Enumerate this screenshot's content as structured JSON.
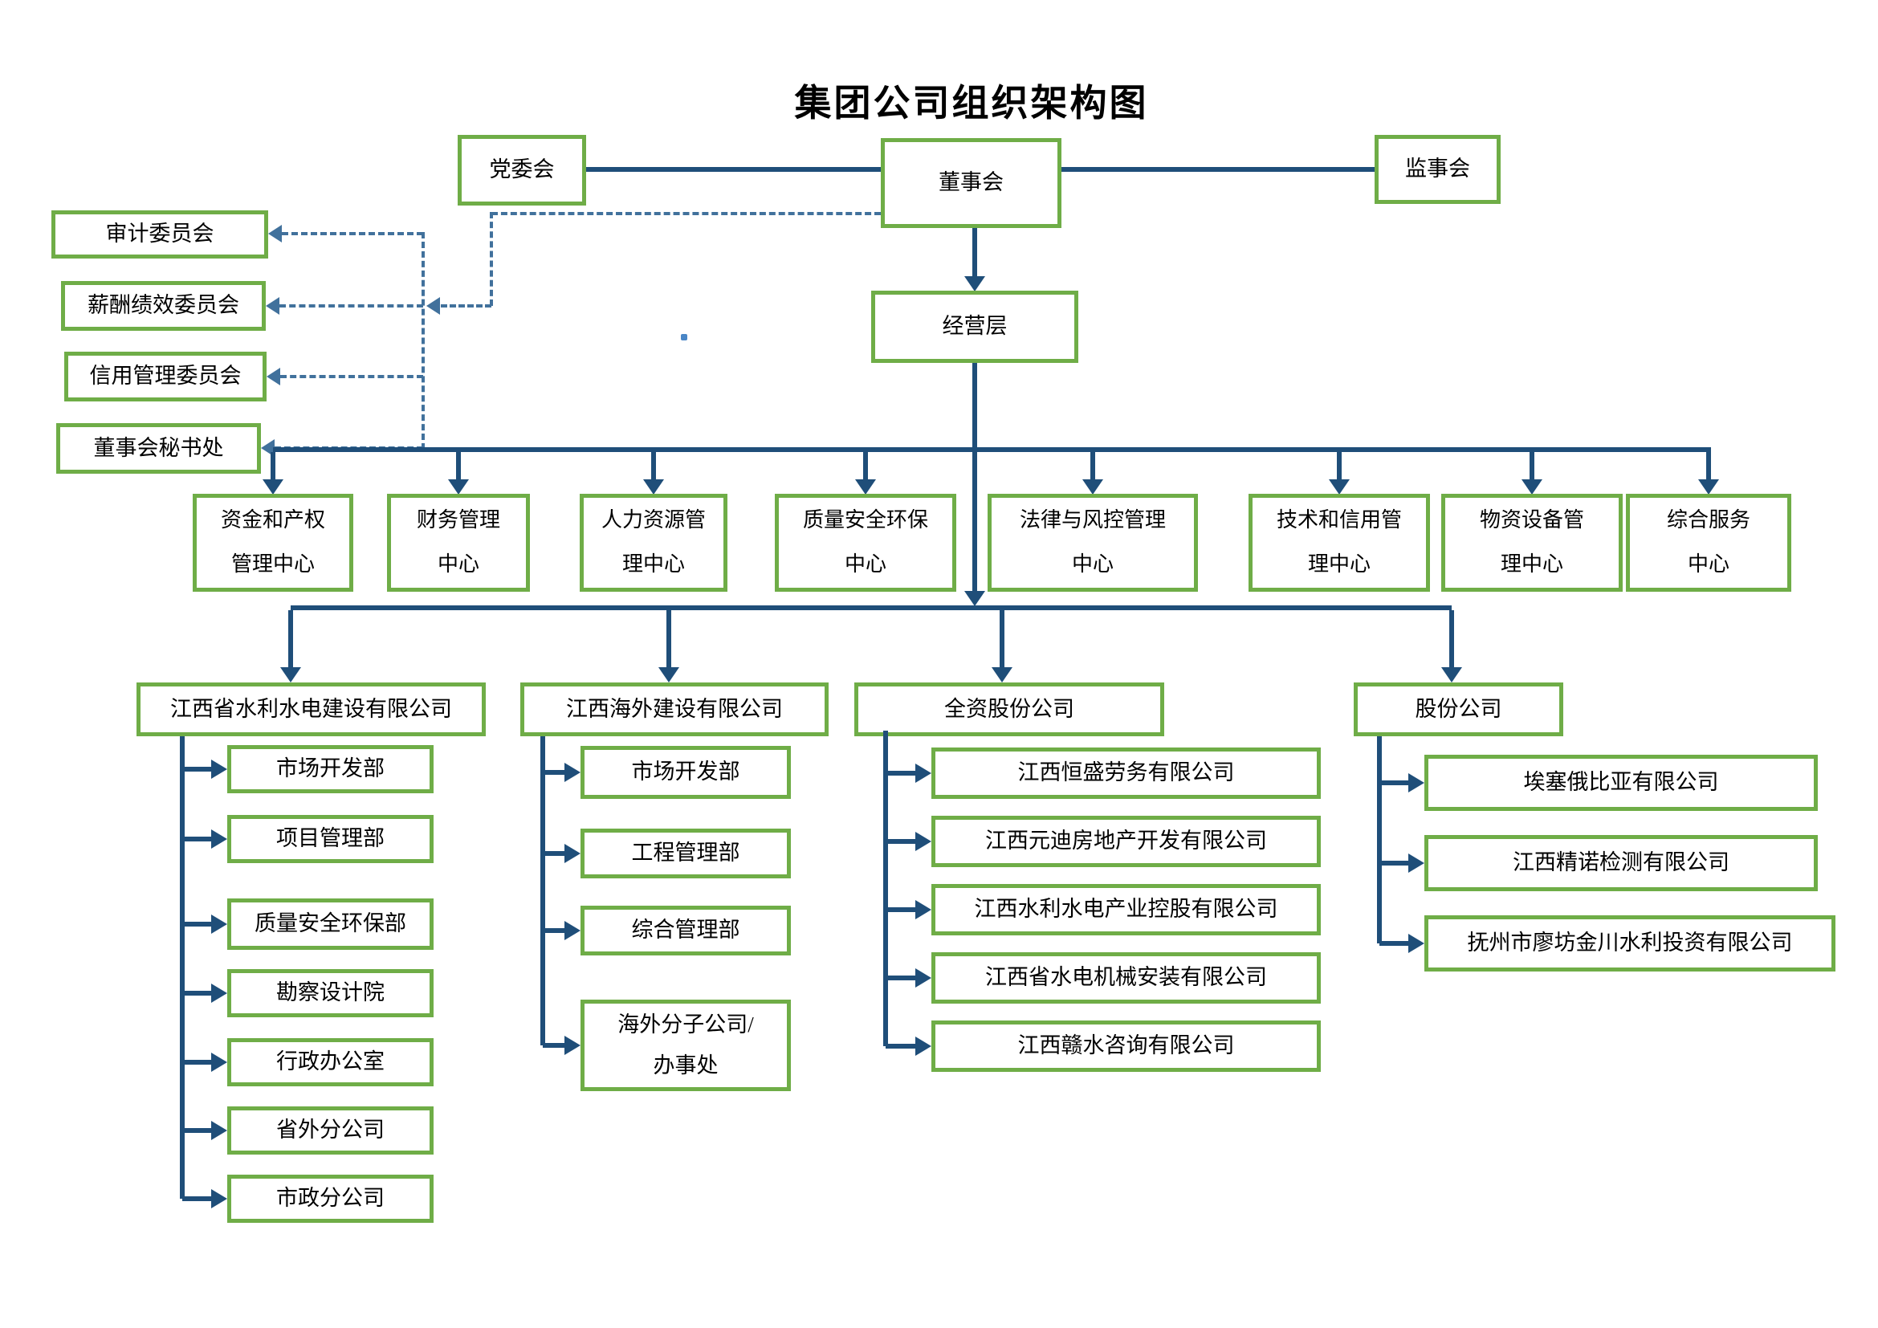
{
  "title": "集团公司组织架构图",
  "colors": {
    "box_border_green": "#6FAD47",
    "solid_line_blue": "#1F4E79",
    "dotted_line_blue": "#41719C",
    "text": "#000000"
  },
  "top": {
    "party_committee": "党委会",
    "board": "董事会",
    "supervisory_board": "监事会"
  },
  "committees": [
    "审计委员会",
    "薪酬绩效委员会",
    "信用管理委员会",
    "董事会秘书处"
  ],
  "management": "经营层",
  "centers": [
    "资金和产权\n管理中心",
    "财务管理\n中心",
    "人力资源管\n理中心",
    "质量安全环保\n中心",
    "法律与风控管理\n中心",
    "技术和信用管\n理中心",
    "物资设备管\n理中心",
    "综合服务\n中心"
  ],
  "subsidiaries": [
    {
      "name": "江西省水利水电建设有限公司",
      "children": [
        "市场开发部",
        "项目管理部",
        "质量安全环保部",
        "勘察设计院",
        "行政办公室",
        "省外分公司",
        "市政分公司"
      ]
    },
    {
      "name": "江西海外建设有限公司",
      "children": [
        "市场开发部",
        "工程管理部",
        "综合管理部",
        "海外分子公司/\n办事处"
      ]
    },
    {
      "name": "全资股份公司",
      "children": [
        "江西恒盛劳务有限公司",
        "江西元迪房地产开发有限公司",
        "江西水利水电产业控股有限公司",
        "江西省水电机械安装有限公司",
        "江西赣水咨询有限公司"
      ]
    },
    {
      "name": "股份公司",
      "children": [
        "埃塞俄比亚有限公司",
        "江西精诺检测有限公司",
        "抚州市廖坊金川水利投资有限公司"
      ]
    }
  ]
}
